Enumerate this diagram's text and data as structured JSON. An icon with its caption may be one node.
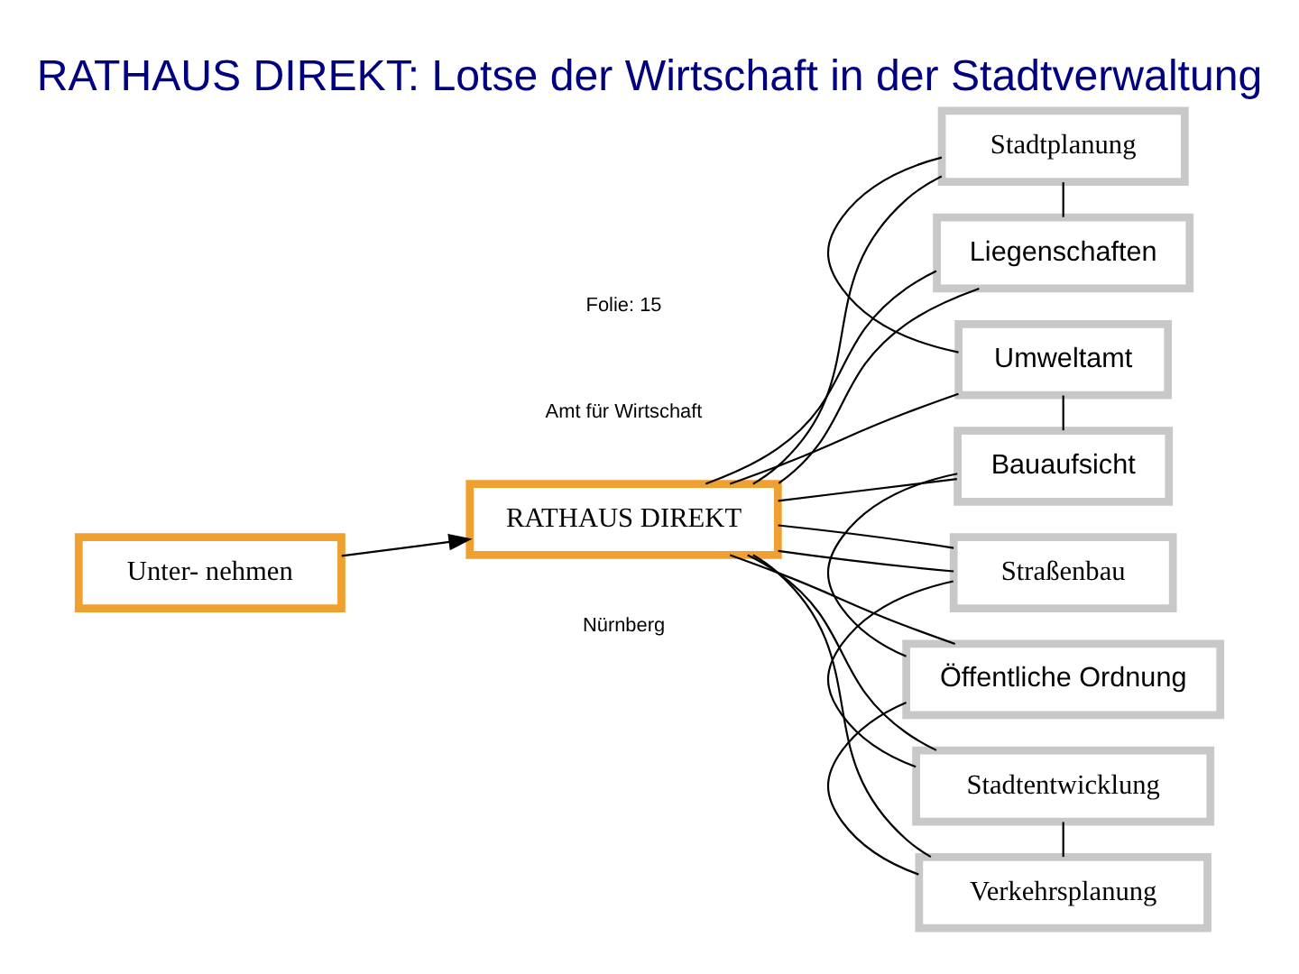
{
  "diagram": {
    "title": "RATHAUS DIREKT: Lotse der Wirtschaft in der Stadtverwaltung",
    "nodes": [
      {
        "text": [
          "Unter- nehmen"
        ]
      },
      {
        "text": [
          "RATHAUS DIREKT"
        ]
      },
      {
        "text": [
          "Stadtplanung"
        ]
      },
      {
        "text": [
          "Liegenschaften"
        ]
      },
      {
        "text": [
          "Umweltamt"
        ]
      },
      {
        "text": [
          "Bauaufsicht"
        ]
      },
      {
        "text": [
          "Straßenbau"
        ]
      },
      {
        "text": [
          "Öffentliche Ordnung"
        ]
      },
      {
        "text": [
          "Stadtentwicklung"
        ]
      },
      {
        "text": [
          "Verkehrsplanung"
        ]
      }
    ],
    "edges": [
      {
        "from": 0,
        "to": 1,
        "arrow": "to"
      },
      {
        "from": 1,
        "to": 3,
        "arrow": "none"
      },
      {
        "from": 1,
        "to": 2,
        "arrow": "none"
      },
      {
        "from": 1,
        "to": 4,
        "arrow": "none"
      },
      {
        "from": 1,
        "to": 5,
        "arrow": "none"
      },
      {
        "from": 1,
        "to": 7,
        "arrow": "none"
      },
      {
        "from": 1,
        "to": 9,
        "arrow": "none"
      },
      {
        "from": 1,
        "to": 8,
        "arrow": "none"
      },
      {
        "from": 1,
        "to": 6,
        "arrow": "none"
      },
      {
        "from": 2,
        "to": 3,
        "arrow": "none"
      },
      {
        "from": 2,
        "to": 4,
        "arrow": "none"
      },
      {
        "from": 4,
        "to": 5,
        "arrow": "none"
      },
      {
        "from": 5,
        "to": 7,
        "arrow": "none"
      },
      {
        "from": 7,
        "to": 9,
        "arrow": "none"
      },
      {
        "from": 9,
        "to": 8,
        "arrow": "none"
      },
      {
        "from": 8,
        "to": 6,
        "arrow": "none"
      },
      {
        "from": 6,
        "to": 1,
        "arrow": "none"
      },
      {
        "from": 3,
        "to": 1,
        "arrow": "none"
      }
    ],
    "labels": [
      "Nürnberg",
      "Amt für Wirtschaft",
      "Folie: 15"
    ]
  }
}
